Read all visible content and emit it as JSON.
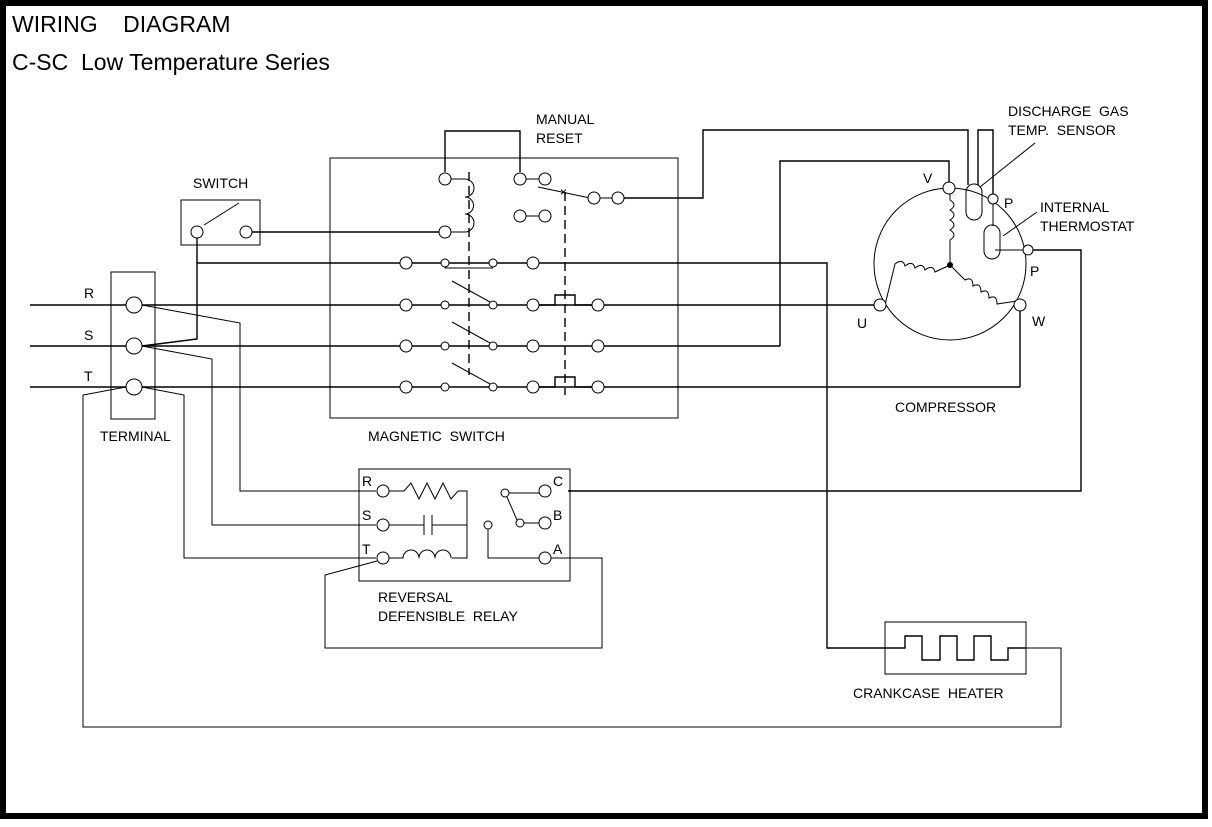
{
  "header": {
    "title": "WIRING    DIAGRAM",
    "subtitle": "C-SC  Low Temperature Series"
  },
  "components": {
    "switch": "SWITCH",
    "terminal": "TERMINAL",
    "terminal_phases": [
      "R",
      "S",
      "T"
    ],
    "manual_reset": [
      "MANUAL",
      "RESET"
    ],
    "magnetic_switch": "MAGNETIC  SWITCH",
    "discharge_sensor": [
      "DISCHARGE  GAS",
      "TEMP.  SENSOR"
    ],
    "internal_thermostat": [
      "INTERNAL",
      "THERMOSTAT"
    ],
    "compressor": "COMPRESSOR",
    "compressor_terminals": {
      "v": "V",
      "u": "U",
      "w": "W",
      "p1": "P",
      "p2": "P"
    },
    "relay": [
      "REVERSAL",
      "DEFENSIBLE  RELAY"
    ],
    "relay_terminals": {
      "r": "R",
      "s": "S",
      "t": "T",
      "c": "C",
      "b": "B",
      "a": "A"
    },
    "crankcase_heater": "CRANKCASE  HEATER"
  }
}
